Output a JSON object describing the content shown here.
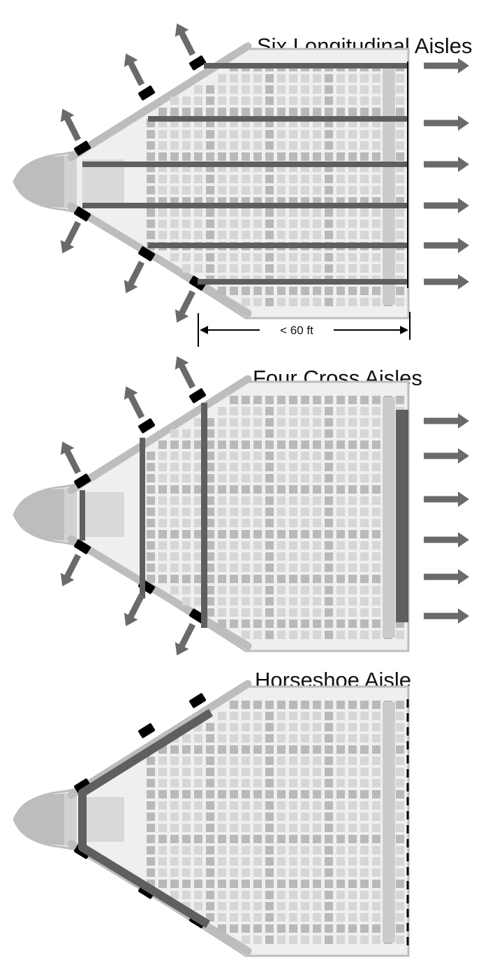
{
  "colors": {
    "background": "#ffffff",
    "seat": "#d6d6d6",
    "seat_alt": "#b9b9b9",
    "hull": "#bdbdbd",
    "aisle": "#5f5f5f",
    "arrow": "#6a6a6a",
    "door": "#000000"
  },
  "panels": [
    {
      "title": "Six Longitudinal Aisles",
      "aisle_layout": "longitudinal",
      "aisle_count": 6,
      "dimension_label": "< 60 ft",
      "emergency_exit_arrows": 6,
      "exit_arrows_right": 6
    },
    {
      "title": "Four Cross Aisles",
      "aisle_layout": "cross",
      "aisle_count": 4,
      "emergency_exit_arrows": 6,
      "exit_arrows_right": 6
    },
    {
      "title": "Horseshoe Aisle",
      "aisle_layout": "horseshoe",
      "aisle_count": 1,
      "emergency_exit_arrows": 0,
      "exit_arrows_right": 0
    }
  ],
  "icons": {
    "exit_arrow": "arrow-icon",
    "door": "door-icon"
  }
}
